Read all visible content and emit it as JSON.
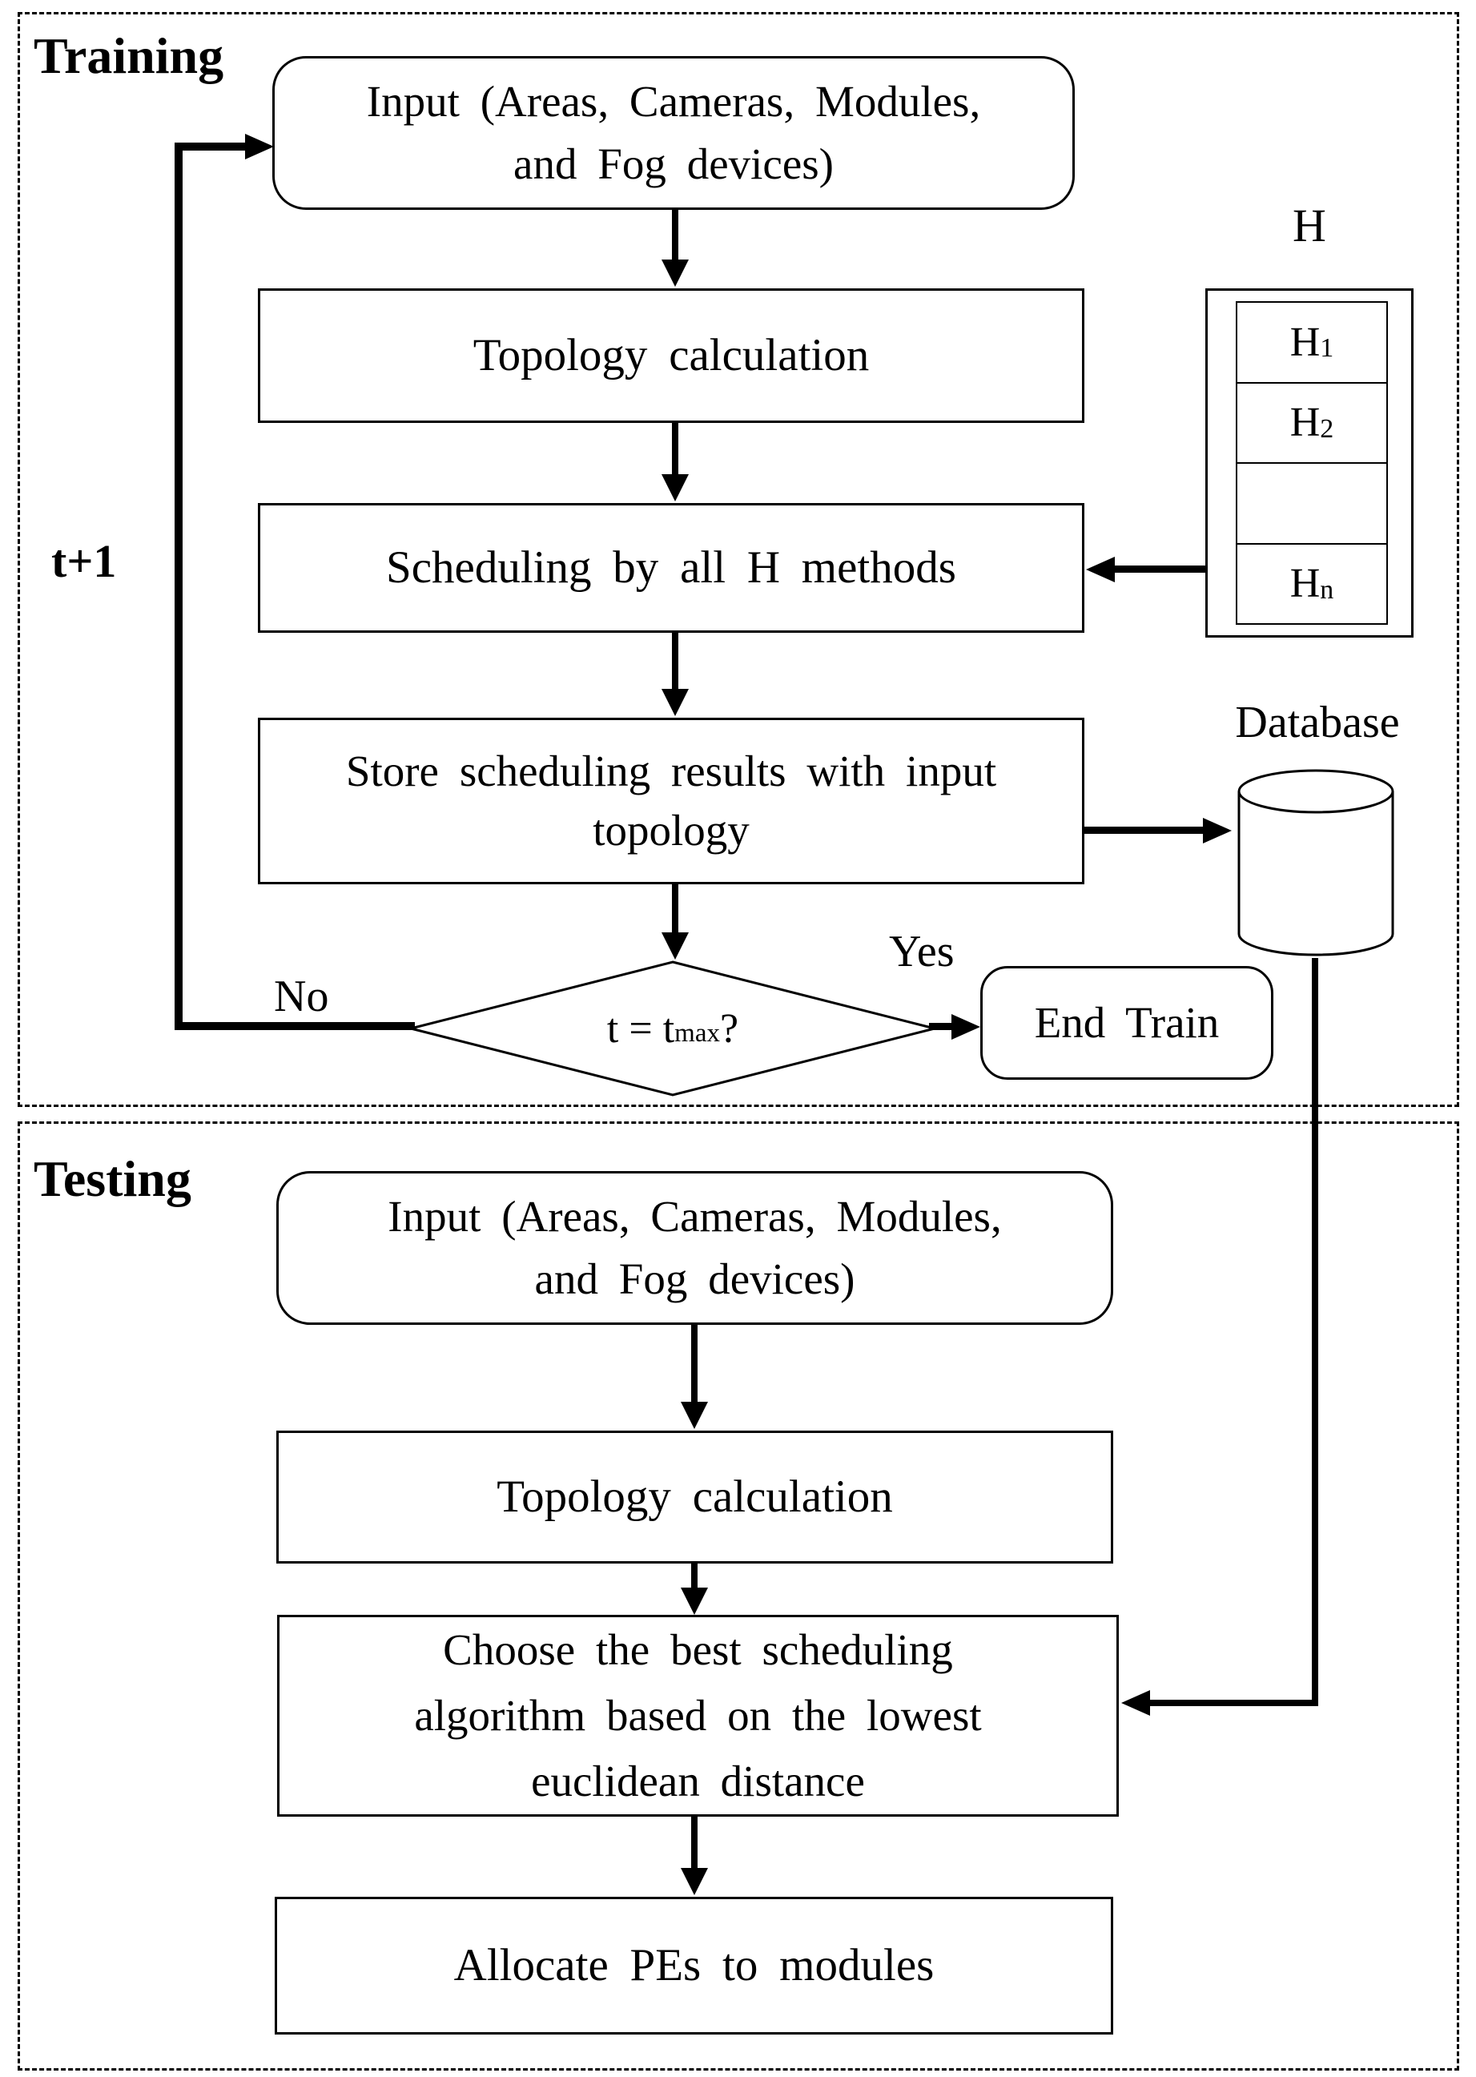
{
  "training": {
    "label": "Training",
    "input_box": {
      "line1": "Input (Areas, Cameras, Modules,",
      "line2": "and Fog devices)"
    },
    "topology_box": "Topology calculation",
    "scheduling_box": "Scheduling by all H methods",
    "store_box": {
      "line1": "Store scheduling results with input",
      "line2": "topology"
    },
    "decision": {
      "base": "t = t",
      "sub": "max",
      "suffix": " ?"
    },
    "no_label": "No",
    "yes_label": "Yes",
    "end_box": "End Train",
    "loop_label": "t+1"
  },
  "h_table": {
    "title": "H",
    "rows": [
      {
        "base": "H",
        "sub": "1"
      },
      {
        "base": "H",
        "sub": "2"
      },
      {
        "base": "",
        "sub": ""
      },
      {
        "base": "H",
        "sub": "n"
      }
    ]
  },
  "database": {
    "label": "Database"
  },
  "testing": {
    "label": "Testing",
    "input_box": {
      "line1": "Input (Areas, Cameras, Modules,",
      "line2": "and Fog devices)"
    },
    "topology_box": "Topology calculation",
    "choose_box": {
      "line1": "Choose the best scheduling",
      "line2": "algorithm based on the lowest",
      "line3": "euclidean distance"
    },
    "allocate_box": "Allocate PEs to modules"
  },
  "colors": {
    "ink": "#000000",
    "background": "#ffffff"
  }
}
